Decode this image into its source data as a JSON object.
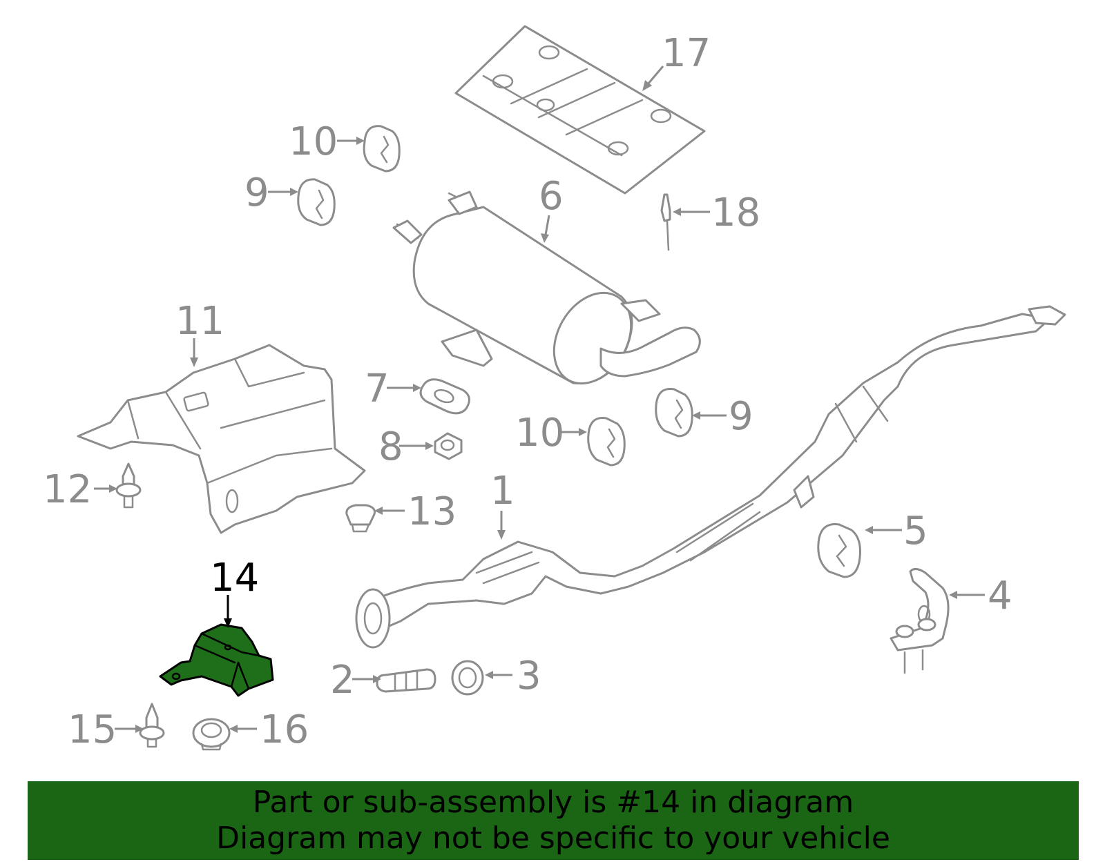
{
  "callouts": {
    "c1": "1",
    "c2": "2",
    "c3": "3",
    "c4": "4",
    "c5": "5",
    "c6": "6",
    "c7": "7",
    "c8": "8",
    "c9a": "9",
    "c9b": "9",
    "c10a": "10",
    "c10b": "10",
    "c11": "11",
    "c12": "12",
    "c13": "13",
    "c14": "14",
    "c15": "15",
    "c16": "16",
    "c17": "17",
    "c18": "18"
  },
  "highlight": {
    "part": "14",
    "color": "#1f6f1a"
  },
  "banner": {
    "line1": "Part or sub-assembly is #14 in diagram",
    "line2": "Diagram may not be specific to your vehicle",
    "color": "#1b6614"
  }
}
